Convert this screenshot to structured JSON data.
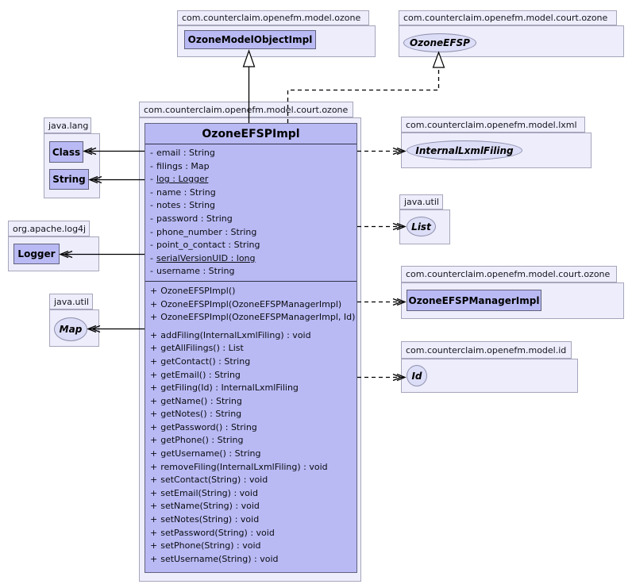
{
  "packages": {
    "model_ozone": {
      "name": "com.counterclaim.openefm.model.ozone"
    },
    "court_ozone_top": {
      "name": "com.counterclaim.openefm.model.court.ozone"
    },
    "court_ozone_main": {
      "name": "com.counterclaim.openefm.model.court.ozone"
    },
    "java_lang": {
      "name": "java.lang"
    },
    "log4j": {
      "name": "org.apache.log4j"
    },
    "java_util_left": {
      "name": "java.util"
    },
    "lxml": {
      "name": "com.counterclaim.openefm.model.lxml"
    },
    "java_util_right": {
      "name": "java.util"
    },
    "court_ozone_right": {
      "name": "com.counterclaim.openefm.model.court.ozone"
    },
    "model_id": {
      "name": "com.counterclaim.openefm.model.id"
    }
  },
  "classes": {
    "ozone_model_object_impl": "OzoneModelObjectImpl",
    "ozone_efsp": "OzoneEFSP",
    "java_class": "Class",
    "java_string": "String",
    "logger": "Logger",
    "map": "Map",
    "internal_lxml_filing": "InternalLxmlFiling",
    "list": "List",
    "ozone_efsp_manager_impl": "OzoneEFSPManagerImpl",
    "id": "Id"
  },
  "main_class": {
    "name": "OzoneEFSPImpl",
    "attributes": [
      {
        "prefix": "-",
        "text": "email : String"
      },
      {
        "prefix": "-",
        "text": "filings : Map"
      },
      {
        "prefix": "-",
        "text": "log : Logger",
        "static": true
      },
      {
        "prefix": "-",
        "text": "name : String"
      },
      {
        "prefix": "-",
        "text": "notes : String"
      },
      {
        "prefix": "-",
        "text": "password : String"
      },
      {
        "prefix": "-",
        "text": "phone_number : String"
      },
      {
        "prefix": "-",
        "text": "point_o_contact : String"
      },
      {
        "prefix": "-",
        "text": "serialVersionUID : long",
        "static": true
      },
      {
        "prefix": "-",
        "text": "username : String"
      }
    ],
    "constructors": [
      {
        "prefix": "+",
        "text": "OzoneEFSPImpl()"
      },
      {
        "prefix": "+",
        "text": "OzoneEFSPImpl(OzoneEFSPManagerImpl)"
      },
      {
        "prefix": "+",
        "text": "OzoneEFSPImpl(OzoneEFSPManagerImpl, Id)"
      }
    ],
    "operations": [
      {
        "prefix": "+",
        "text": "addFiling(InternalLxmlFiling) : void"
      },
      {
        "prefix": "+",
        "text": "getAllFilings() : List"
      },
      {
        "prefix": "+",
        "text": "getContact() : String"
      },
      {
        "prefix": "+",
        "text": "getEmail() : String"
      },
      {
        "prefix": "+",
        "text": "getFiling(Id) : InternalLxmlFiling"
      },
      {
        "prefix": "+",
        "text": "getName() : String"
      },
      {
        "prefix": "+",
        "text": "getNotes() : String"
      },
      {
        "prefix": "+",
        "text": "getPassword() : String"
      },
      {
        "prefix": "+",
        "text": "getPhone() : String"
      },
      {
        "prefix": "+",
        "text": "getUsername() : String"
      },
      {
        "prefix": "+",
        "text": "removeFiling(InternalLxmlFiling) : void"
      },
      {
        "prefix": "+",
        "text": "setContact(String) : void"
      },
      {
        "prefix": "+",
        "text": "setEmail(String) : void"
      },
      {
        "prefix": "+",
        "text": "setName(String) : void"
      },
      {
        "prefix": "+",
        "text": "setNotes(String) : void"
      },
      {
        "prefix": "+",
        "text": "setPassword(String) : void"
      },
      {
        "prefix": "+",
        "text": "setPhone(String) : void"
      },
      {
        "prefix": "+",
        "text": "setUsername(String) : void"
      }
    ]
  },
  "colors": {
    "class_fill": "#b9baf4",
    "interface_fill": "#dcddf6",
    "package_fill": "#ededfb",
    "package_border": "#a6a6bc",
    "class_border": "#62627e",
    "line": "#000000"
  }
}
